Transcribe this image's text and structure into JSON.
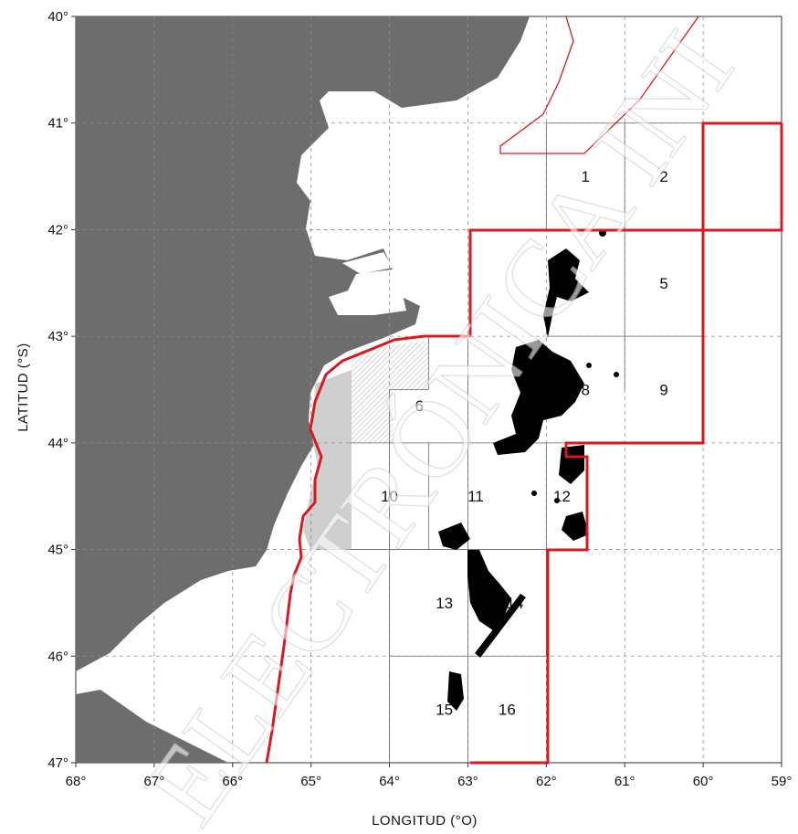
{
  "axes": {
    "xlabel": "LONGITUD (°O)",
    "ylabel": "LATITUD (°S)",
    "x_ticks": [
      "68°",
      "67°",
      "66°",
      "65°",
      "64°",
      "63°",
      "62°",
      "61°",
      "60°",
      "59°"
    ],
    "y_ticks": [
      "40°",
      "41°",
      "42°",
      "43°",
      "44°",
      "45°",
      "46°",
      "47°"
    ],
    "x_range": [
      -68,
      -59
    ],
    "y_range": [
      -47,
      -40
    ]
  },
  "cells": [
    {
      "label": "1",
      "lon": -61.5,
      "lat": -41.5
    },
    {
      "label": "2",
      "lon": -60.5,
      "lat": -41.5
    },
    {
      "label": "5",
      "lon": -60.5,
      "lat": -42.5
    },
    {
      "label": "6",
      "lon": -63.62,
      "lat": -43.65
    },
    {
      "label": "8",
      "lon": -61.5,
      "lat": -43.5
    },
    {
      "label": "9",
      "lon": -60.5,
      "lat": -43.5
    },
    {
      "label": "10",
      "lon": -64.0,
      "lat": -44.5
    },
    {
      "label": "11",
      "lon": -62.9,
      "lat": -44.5
    },
    {
      "label": "12",
      "lon": -61.8,
      "lat": -44.5
    },
    {
      "label": "13",
      "lon": -63.3,
      "lat": -45.5
    },
    {
      "label": "14",
      "lon": -62.4,
      "lat": -45.5
    },
    {
      "label": "15",
      "lon": -63.3,
      "lat": -46.5
    },
    {
      "label": "16",
      "lon": -62.5,
      "lat": -46.5
    }
  ],
  "watermark": "ELECTRÓNICA INI",
  "colors": {
    "land": "#6d6d6d",
    "boundary": "#d71920",
    "catch": "#000000",
    "hatch": "#c9c9c9"
  }
}
